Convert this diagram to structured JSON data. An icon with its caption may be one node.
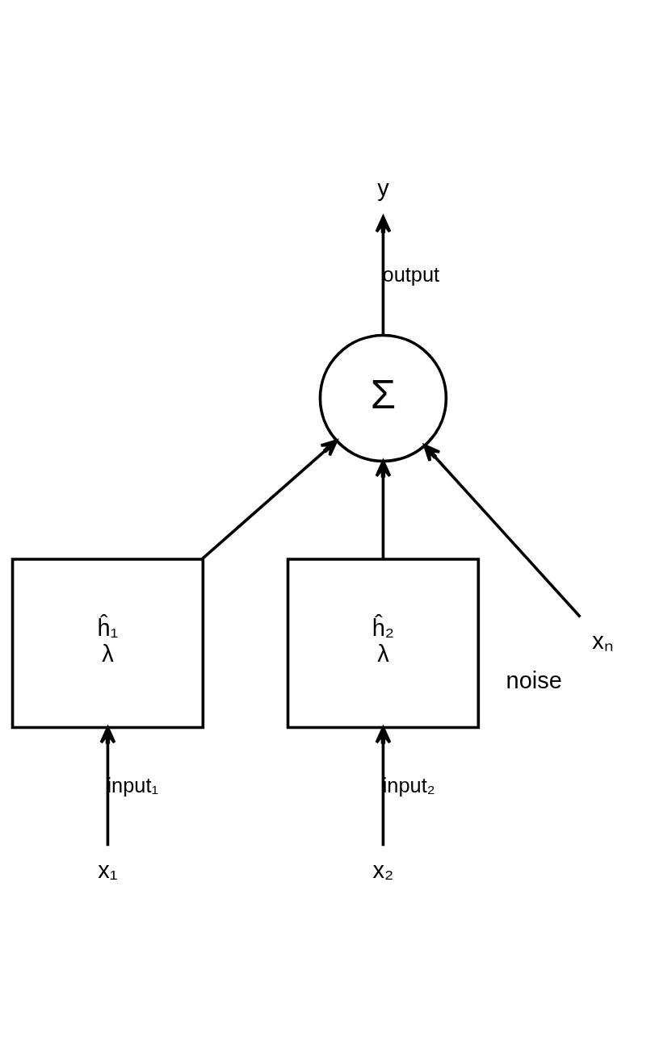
{
  "diagram": {
    "nodes": [
      {
        "text": [
          "x₁"
        ]
      },
      {
        "text": [
          "ĥ₁",
          "λ"
        ]
      },
      {
        "text": [
          "x₂"
        ]
      },
      {
        "text": [
          "ĥ₂",
          "λ"
        ]
      },
      {
        "text": [
          "Σ"
        ]
      },
      {
        "text": [
          "xₙ"
        ],
        "beside": [
          "noise"
        ]
      },
      {
        "text": [
          "y"
        ]
      }
    ],
    "edges": [
      {
        "from": 0,
        "to": 1,
        "arrow": "to",
        "label": "input₁"
      },
      {
        "from": 2,
        "to": 3,
        "arrow": "to",
        "label": "input₂"
      },
      {
        "from": 1,
        "to": 4,
        "arrow": "to"
      },
      {
        "from": 3,
        "to": 4,
        "arrow": "to"
      },
      {
        "from": 5,
        "to": 4,
        "arrow": "to"
      },
      {
        "from": 4,
        "to": 6,
        "arrow": "to",
        "label": "output"
      }
    ]
  }
}
